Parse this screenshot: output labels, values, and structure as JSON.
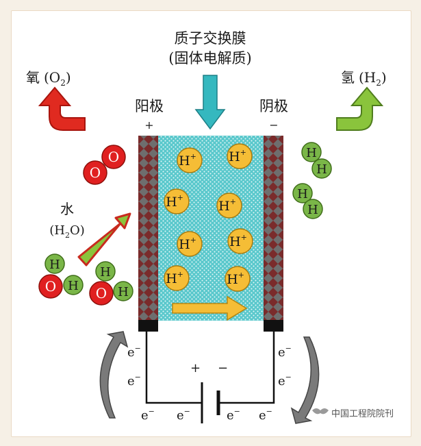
{
  "membrane": {
    "title_line1": "质子交换膜",
    "title_line2": "(固体电解质)"
  },
  "anode": {
    "label": "阳极",
    "sign": "+"
  },
  "cathode": {
    "label": "阴极",
    "sign": "−"
  },
  "oxygen": {
    "name": "氧",
    "formula_open": "(O",
    "formula_sub": "2",
    "formula_close": ")",
    "atom": "O"
  },
  "hydrogen": {
    "name": "氢",
    "formula_open": "(H",
    "formula_sub": "2",
    "formula_close": ")",
    "atom": "H"
  },
  "water": {
    "name": "水",
    "formula_open": "(H",
    "formula_sub": "2",
    "formula_close": "O)"
  },
  "proton": {
    "base": "H",
    "sup": "+"
  },
  "electron": {
    "base": "e",
    "sup": "−"
  },
  "battery": {
    "plus": "+",
    "minus": "−"
  },
  "watermark": "中国工程院院刊",
  "colors": {
    "membrane": "#5ac8cc",
    "oxygen_atom": "#e02020",
    "hydrogen_atom": "#7ab648",
    "proton": "#f5bd36",
    "arrow_red": "#e02a20",
    "arrow_green": "#8ac43c",
    "arrow_teal": "#35b8bf"
  }
}
